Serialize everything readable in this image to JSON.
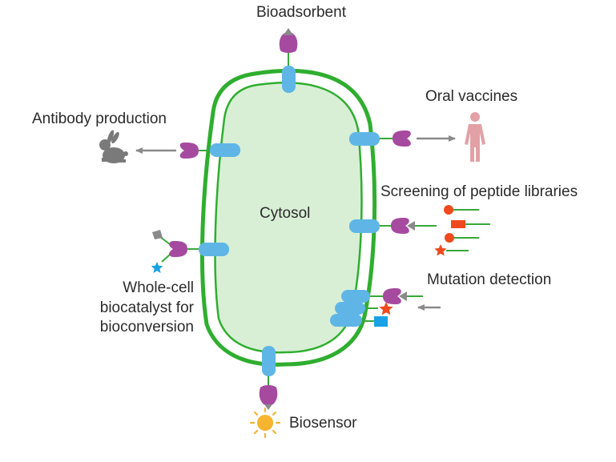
{
  "labels": {
    "center": "Cytosol",
    "top": "Bioadsorbent",
    "left_top": "Antibody production",
    "right_top": "Oral vaccines",
    "right_mid": "Screening of peptide libraries",
    "right_low": "Mutation detection",
    "bottom": "Biosensor",
    "left_low": [
      "Whole-cell",
      "biocatalyst for",
      "bioconversion"
    ]
  },
  "colors": {
    "membrane": "#2fae2f",
    "cytosol": "#d8efd6",
    "anchor": "#5fb6e6",
    "protein": "#a64a9f",
    "arrow": "#8a8a8a",
    "peptide_head": "#ee4a1e",
    "link": "#38a83a",
    "sun": "#f6b431",
    "rabbit": "#7a7a7a",
    "human": "#e2a1a6",
    "blue_square": "#1aa2e6",
    "star_blue": "#1aa2e6"
  },
  "icons": [
    "rabbit-icon",
    "human-icon",
    "sun-icon",
    "star-icon"
  ]
}
